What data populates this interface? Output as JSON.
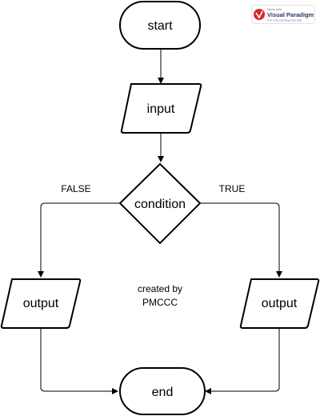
{
  "nodes": {
    "start": "start",
    "input": "input",
    "condition": "condition",
    "output_left": "output",
    "output_right": "output",
    "end": "end"
  },
  "edges": {
    "false_label": "FALSE",
    "true_label": "TRUE"
  },
  "note": {
    "line1": "created by",
    "line2": "PMCCC"
  },
  "watermark": {
    "top": "Made with",
    "brand": "Visual Paradigm",
    "bottom": "For non-commercial use"
  },
  "colors": {
    "stroke": "#000000",
    "background": "#ffffff",
    "logo_red": "#d9262c"
  }
}
